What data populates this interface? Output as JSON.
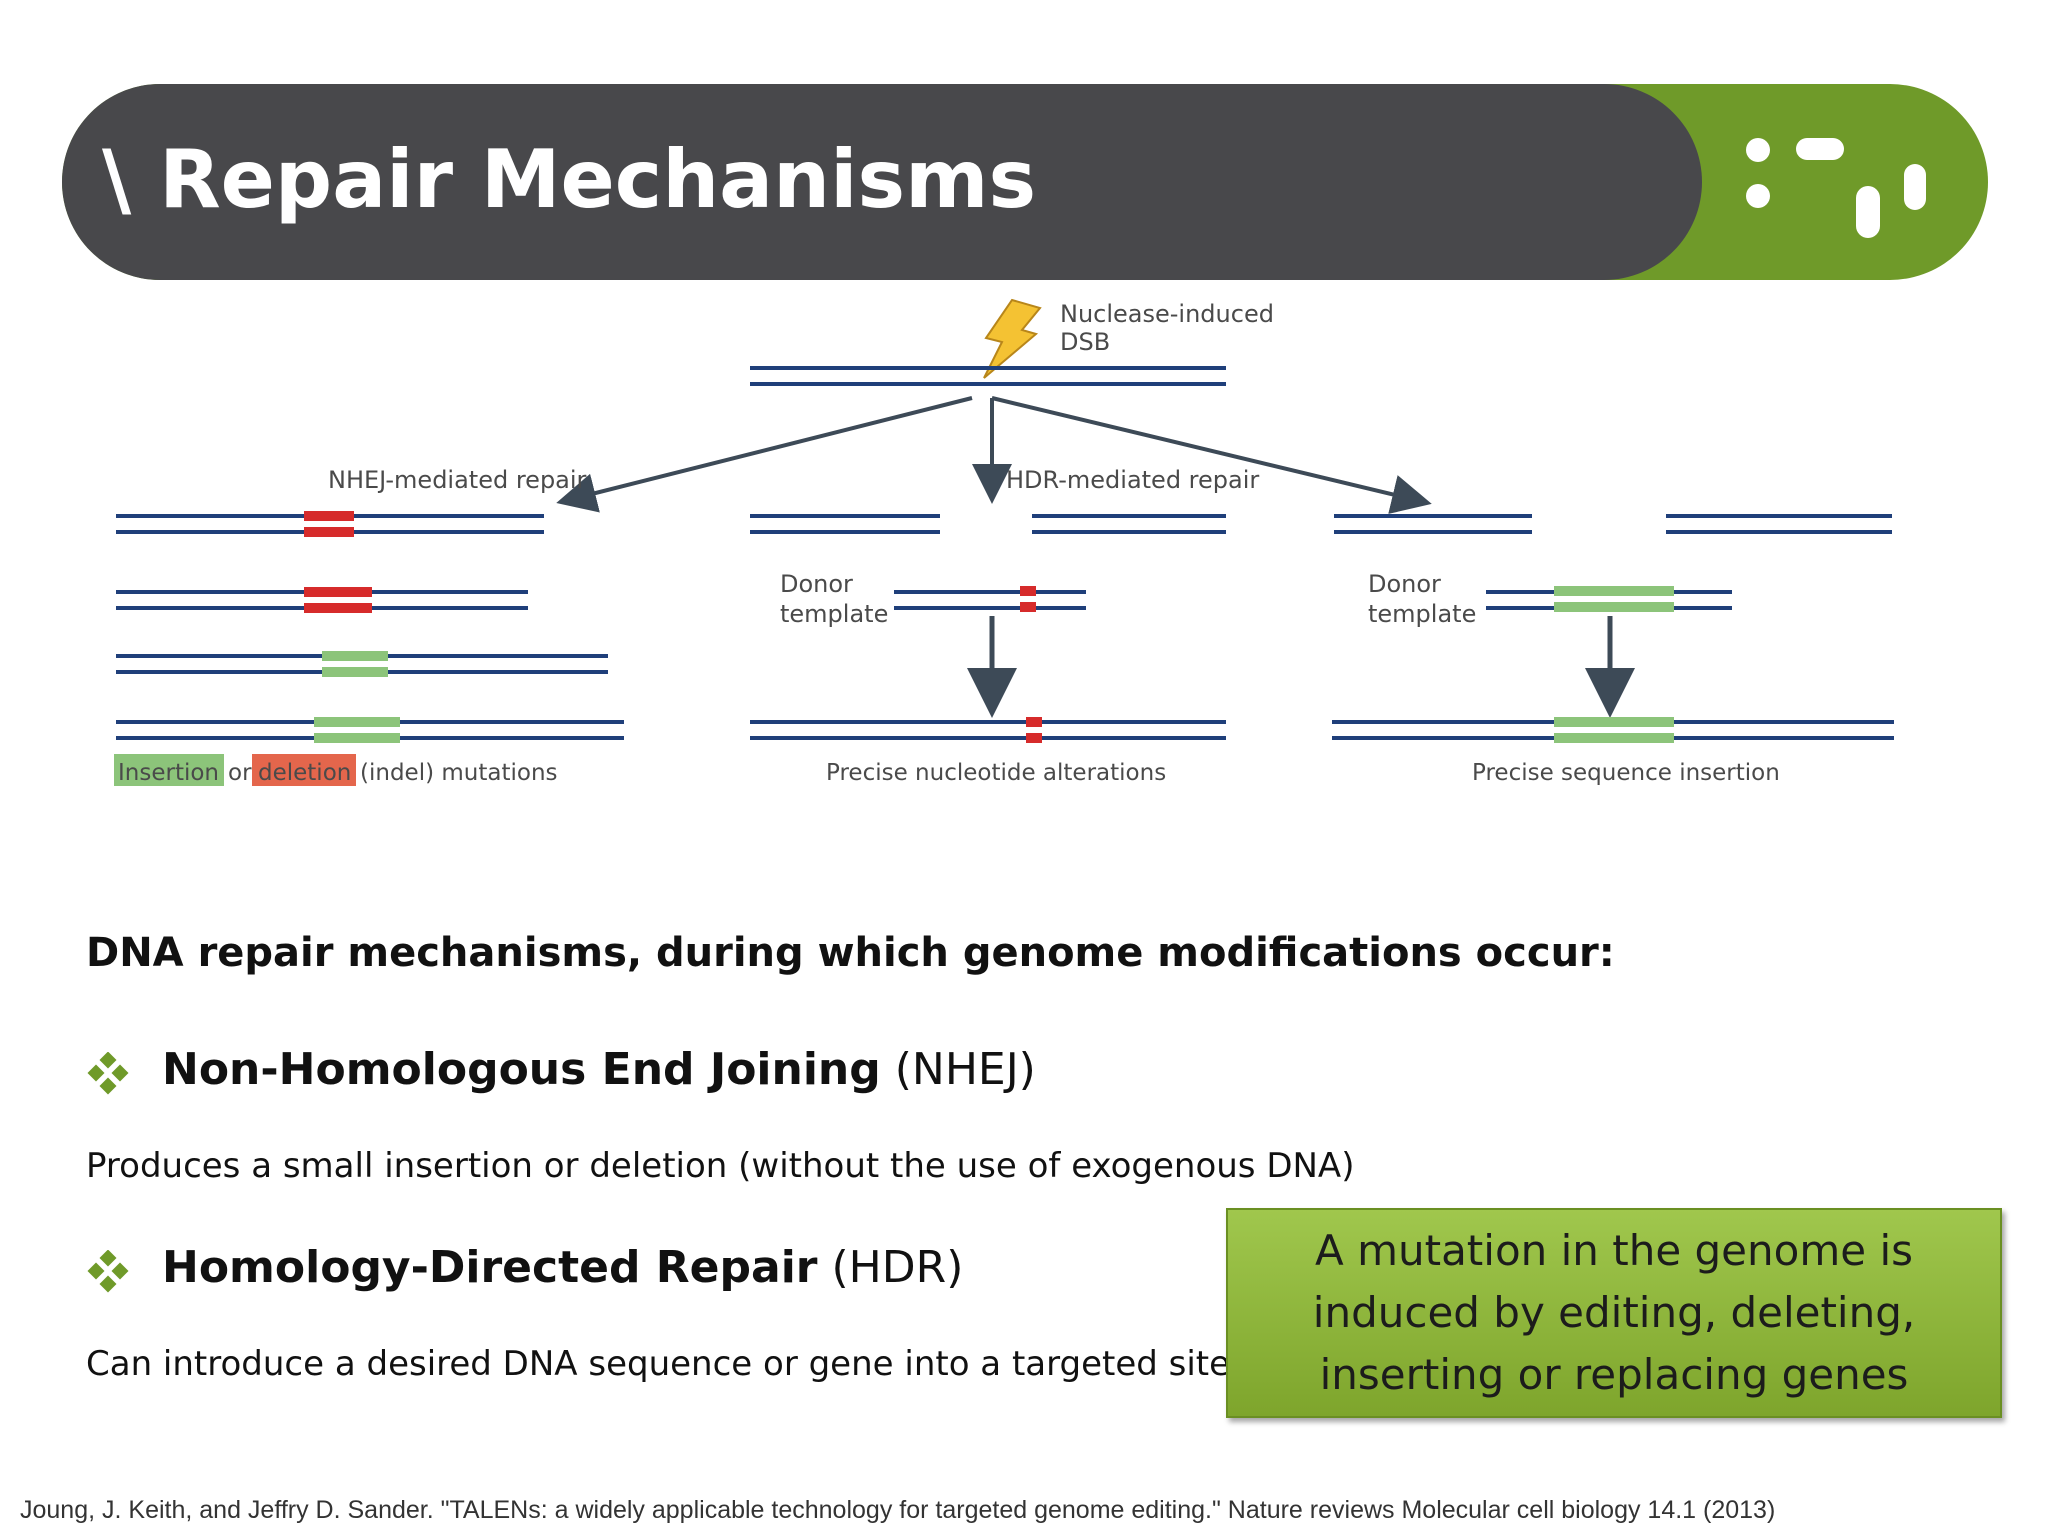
{
  "header": {
    "title": "\\ Repair Mechanisms"
  },
  "diagram": {
    "dsb_label_1": "Nuclease-induced",
    "dsb_label_2": "DSB",
    "nhej_label": "NHEJ-mediated repair",
    "hdr_label": "HDR-mediated repair",
    "donor_1a": "Donor",
    "donor_1b": "template",
    "donor_2a": "Donor",
    "donor_2b": "template",
    "insertion": "Insertion",
    "or": "or",
    "deletion": "deletion",
    "indel": "(indel) mutations",
    "precise_nucleotide": "Precise nucleotide alterations",
    "precise_sequence": "Precise sequence insertion",
    "colors": {
      "strand": "#1f3f7a",
      "red": "#d62b2b",
      "green": "#8cc47a",
      "arrow": "#3d4a57"
    }
  },
  "content": {
    "heading": "DNA repair mechanisms, during which genome modifications occur:",
    "nhej_bold": "Non-Homologous End Joining",
    "nhej_abbr": " (NHEJ)",
    "nhej_desc": "Produces a small insertion or deletion  (without the use of exogenous DNA)",
    "hdr_bold": "Homology-Directed Repair",
    "hdr_abbr": " (HDR)",
    "hdr_desc": "Can introduce a desired DNA sequence or gene into a targeted site",
    "bullet_icon": "green-diamond-cluster-icon"
  },
  "callout": {
    "text": "A mutation in the genome is induced by editing, deleting, inserting or replacing genes"
  },
  "citation": "Joung, J. Keith, and Jeffry D. Sander. \"TALENs: a widely applicable technology for targeted genome editing.\" Nature reviews Molecular cell biology 14.1 (2013)"
}
